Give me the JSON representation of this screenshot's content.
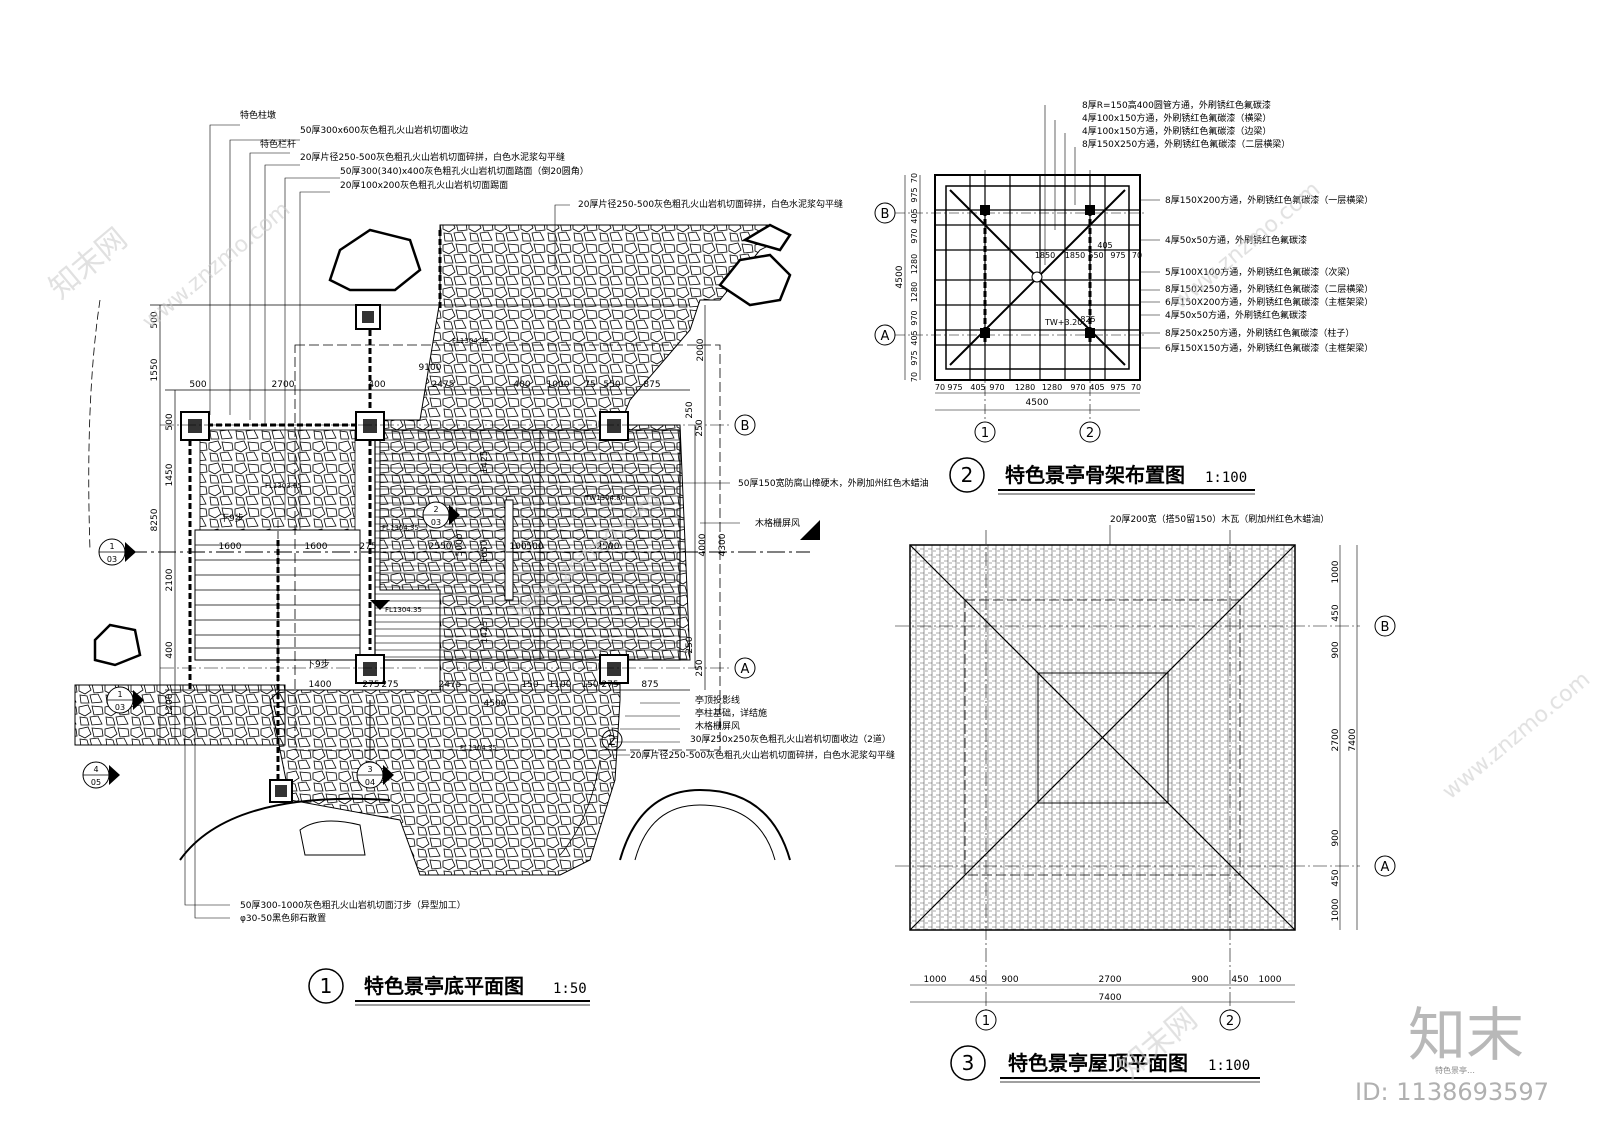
{
  "plan1": {
    "number": "1",
    "title": "特色景亭底平面图",
    "scale": "1:50",
    "top_notes": [
      "特色柱墩",
      "50厚300x600灰色粗孔火山岩机切面收边",
      "特色栏杆",
      "20厚片径250-500灰色粗孔火山岩机切面碎拼，白色水泥浆勾平缝",
      "50厚300(340)x400灰色粗孔火山岩机切面踏面（倒20圆角）",
      "20厚100x200灰色粗孔火山岩机切面踢面"
    ],
    "paving_note": "20厚片径250-500灰色粗孔火山岩机切面碎拼，白色水泥浆勾平缝",
    "right_notes": [
      "50厚150宽防腐山樟硬木，外刷加州红色木蜡油",
      "木格栅屏风"
    ],
    "bottom_right_notes": [
      "亭顶投影线",
      "亭柱基础，详结施",
      "木格栅屏风",
      "30厚250x250灰色粗孔火山岩机切面收边（2道）",
      "20厚片径250-500灰色粗孔火山岩机切面碎拼，白色水泥浆勾平缝"
    ],
    "bottom_notes": [
      "50厚300-1000灰色粗孔火山岩机切面汀步（异型加工）",
      "φ30-50黑色卵石散置"
    ],
    "elevations": [
      "FL1304.35",
      "FL1303.05",
      "FL1304.35",
      "TW1304.80",
      "FL1304.35",
      "FL1304.35"
    ],
    "steps": [
      "下9步",
      "下9步"
    ],
    "dims_top": [
      "500",
      "2700",
      "400",
      "2475",
      "400",
      "1000",
      "75",
      "550",
      "875"
    ],
    "dim_total_top": "9100",
    "dims_left": [
      "500",
      "1550",
      "500",
      "1450",
      "8250",
      "2100",
      "400",
      "1200"
    ],
    "dims_mid": [
      "1600",
      "1600",
      "275",
      "2550",
      "5000",
      "100",
      "500",
      "2500",
      "4000",
      "4300"
    ],
    "dims_right": [
      "2000",
      "250",
      "250",
      "250",
      "250"
    ],
    "dims_bottom": [
      "1400",
      "275",
      "275",
      "2475",
      "150",
      "1100",
      "150",
      "275",
      "875",
      "4500"
    ],
    "dims_vert_inner": [
      "1425",
      "1650",
      "1425"
    ],
    "axes": [
      "B",
      "A",
      "2"
    ],
    "section_marks": [
      {
        "num": "1",
        "sheet": "03"
      },
      {
        "num": "2",
        "sheet": "03"
      },
      {
        "num": "3",
        "sheet": "04"
      },
      {
        "num": "4",
        "sheet": "05"
      },
      {
        "num": "1",
        "sheet": "03"
      }
    ]
  },
  "plan2": {
    "number": "2",
    "title": "特色景亭骨架布置图",
    "scale": "1:100",
    "notes": [
      "8厚R=150高400圆管方通，外刷锈红色氟碳漆",
      "4厚100x150方通，外刷锈红色氟碳漆（横梁）",
      "4厚100x150方通，外刷锈红色氟碳漆（边梁）",
      "8厚150X250方通，外刷锈红色氟碳漆（二层横梁）",
      "8厚150X200方通，外刷锈红色氟碳漆（一层横梁）",
      "4厚50x50方通，外刷锈红色氟碳漆",
      "5厚100X100方通，外刷锈红色氟碳漆（次梁）",
      "8厚150X250方通，外刷锈红色氟碳漆（二层横梁）",
      "6厚150X200方通，外刷锈红色氟碳漆（主框架梁）",
      "4厚50x50方通，外刷锈红色氟碳漆",
      "8厚250x250方通，外刷锈红色氟碳漆（柱子）",
      "6厚150X150方通，外刷锈红色氟碳漆（主框架梁）"
    ],
    "dims_bottom": [
      "70",
      "975",
      "405",
      "970",
      "1280",
      "1280",
      "970",
      "405",
      "975",
      "70"
    ],
    "dims_left": [
      "70",
      "975",
      "405",
      "970",
      "1280",
      "1280",
      "970",
      "405",
      "975",
      "70"
    ],
    "dim_total": "4500",
    "inner_dims": [
      "1850",
      "1850",
      "550",
      "975",
      "70",
      "825",
      "405"
    ],
    "tw": "TW+3.20",
    "axes_rows": [
      "B",
      "A"
    ],
    "axes_cols": [
      "1",
      "2"
    ]
  },
  "plan3": {
    "number": "3",
    "title": "特色景亭屋顶平面图",
    "scale": "1:100",
    "note": "20厚200宽（搭50留150）木瓦（刷加州红色木蜡油）",
    "dims_bottom": [
      "1000",
      "450",
      "900",
      "2700",
      "900",
      "450",
      "1000"
    ],
    "dim_total": "7400",
    "dims_right": [
      "1000",
      "450",
      "900",
      "2700",
      "900",
      "450",
      "1000"
    ],
    "dim_total_right": "7400",
    "axes_rows": [
      "B",
      "A"
    ],
    "axes_cols": [
      "1",
      "2"
    ]
  },
  "watermark": {
    "site": "www.znzmo.com",
    "brand": "知末网",
    "logo": "知末",
    "id_label": "ID: 1138693597",
    "small_text": "特色景亭…"
  }
}
